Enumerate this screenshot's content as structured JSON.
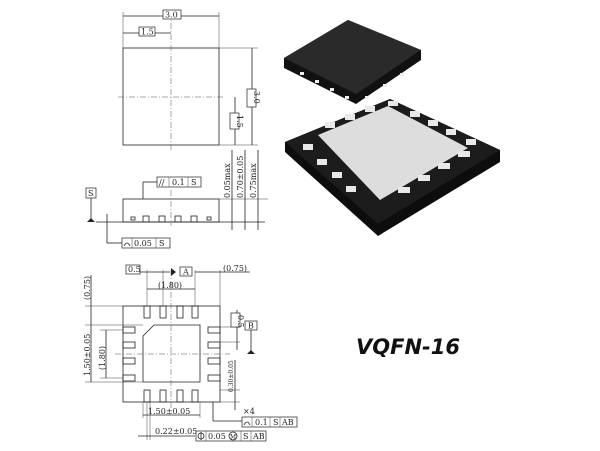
{
  "title": "VQFN-16",
  "top_view": {
    "width": "3.0",
    "half_width": "1.5",
    "height": "3.0",
    "half_height": "1.5"
  },
  "side_view": {
    "parallelism": {
      "symbol": "//",
      "value": "0.1",
      "datum": "S"
    },
    "datum": "S",
    "flatness": {
      "value": "0.05",
      "datum": "S"
    },
    "standoff": "0.05max",
    "body_height": "0.70±0.05",
    "total_height": "0.75max"
  },
  "bottom_view": {
    "pitch_top": "0.5",
    "datum_a": "A",
    "edge_right": "(0.75)",
    "pin_span_top": "(1.80)",
    "edge_left": "(0.75)",
    "pad_height": "1.50±0.05",
    "pin_span_left": "(1.80)",
    "pitch_right": "0.5",
    "datum_b": "B",
    "pin_length": "0.30±0.05",
    "profile": {
      "count": "×4",
      "value": "0.1",
      "datum1": "S",
      "datum2": "AB"
    },
    "pad_width": "1.50±0.05",
    "pin_width": "0.22±0.05",
    "position": {
      "value": "0.05",
      "modifier": "M",
      "datum1": "S",
      "datum2": "AB"
    }
  }
}
